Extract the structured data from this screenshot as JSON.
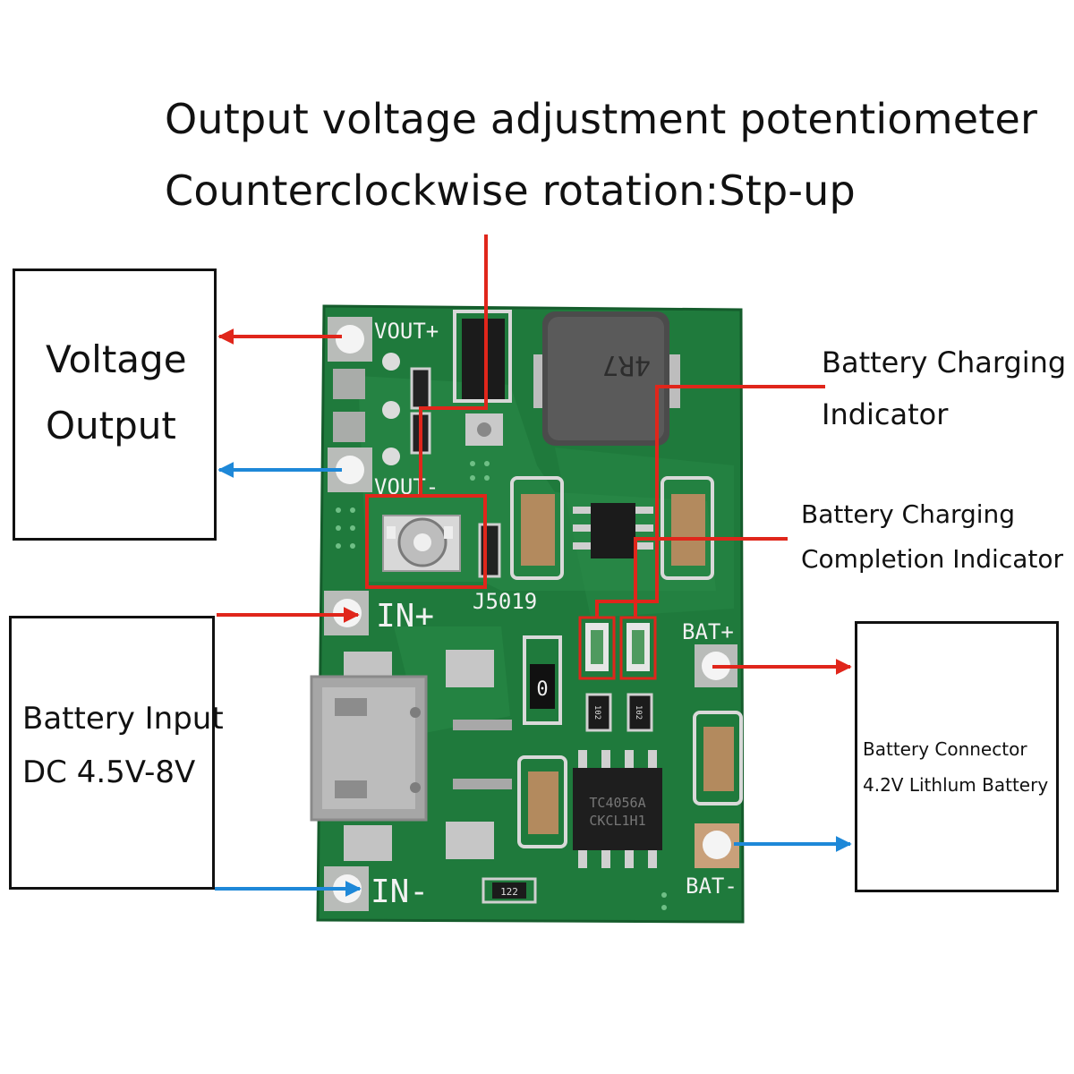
{
  "title": {
    "line1": "Output voltage adjustment potentiometer",
    "line2": "Counterclockwise rotation:Stp-up"
  },
  "boxes": {
    "voltage_output": {
      "line1": "Voltage",
      "line2": "Output"
    },
    "battery_input": {
      "line1": "Battery Input",
      "line2": "DC 4.5V-8V"
    },
    "battery_connector": {
      "line1": "Battery Connector",
      "line2": "4.2V Lithlum Battery"
    }
  },
  "callouts": {
    "charging_indicator": {
      "line1": "Battery Charging",
      "line2": "Indicator"
    },
    "completion_indicator": {
      "line1": "Battery Charging",
      "line2": "Completion Indicator"
    }
  },
  "board": {
    "vout_plus": "VOUT+",
    "vout_minus": "VOUT-",
    "in_plus": "IN+",
    "in_minus": "IN-",
    "bat_plus": "BAT+",
    "bat_minus": "BAT-",
    "board_id": "J5019",
    "inductor_mark": "4R7",
    "chip_mark_1": "TC4056A",
    "chip_mark_2": "CKCL1H1",
    "resistor_mark": "122",
    "fuse_mark": "0",
    "res_102": "102"
  },
  "colors": {
    "pcb_green": "#1f7a3c",
    "arrow_red": "#e0261b",
    "arrow_blue": "#1e88d8"
  }
}
